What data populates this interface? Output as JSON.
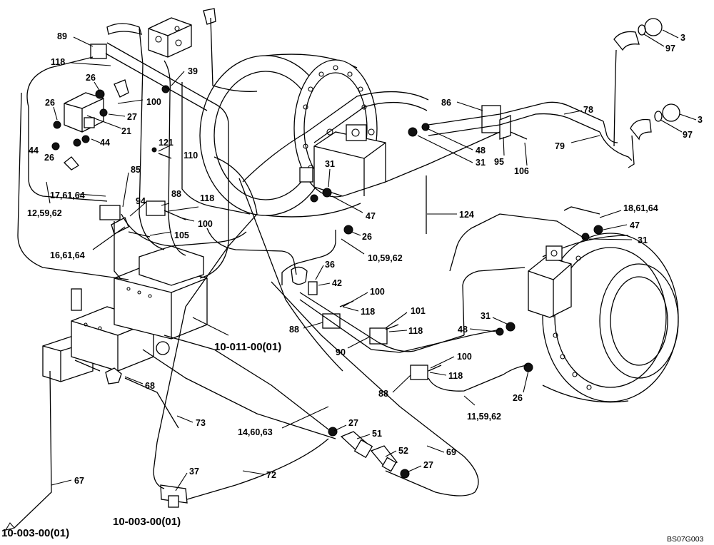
{
  "diagram_code": "BS07G003",
  "references": {
    "valve_ref": "10-011-00(01)",
    "left_ref": "10-003-00(01)",
    "bottom_ref": "10-003-00(01)"
  },
  "callouts": [
    {
      "id": "c-89",
      "text": "89"
    },
    {
      "id": "c-118-a",
      "text": "118"
    },
    {
      "id": "c-26-a",
      "text": "26"
    },
    {
      "id": "c-26-b",
      "text": "26"
    },
    {
      "id": "c-100-a",
      "text": "100"
    },
    {
      "id": "c-27-a",
      "text": "27"
    },
    {
      "id": "c-21",
      "text": "21"
    },
    {
      "id": "c-44-a",
      "text": "44"
    },
    {
      "id": "c-44-b",
      "text": "44"
    },
    {
      "id": "c-26-c",
      "text": "26"
    },
    {
      "id": "c-39",
      "text": "39"
    },
    {
      "id": "c-121",
      "text": "121"
    },
    {
      "id": "c-110",
      "text": "110"
    },
    {
      "id": "c-85",
      "text": "85"
    },
    {
      "id": "c-17-61-64",
      "text": "17,61,64"
    },
    {
      "id": "c-12-59-62",
      "text": "12,59,62"
    },
    {
      "id": "c-94",
      "text": "94"
    },
    {
      "id": "c-88-a",
      "text": "88"
    },
    {
      "id": "c-118-b",
      "text": "118"
    },
    {
      "id": "c-100-b",
      "text": "100"
    },
    {
      "id": "c-105",
      "text": "105"
    },
    {
      "id": "c-16-61-64",
      "text": "16,61,64"
    },
    {
      "id": "c-31-a",
      "text": "31"
    },
    {
      "id": "c-47-a",
      "text": "47"
    },
    {
      "id": "c-26-d",
      "text": "26"
    },
    {
      "id": "c-10-59-62",
      "text": "10,59,62"
    },
    {
      "id": "c-36",
      "text": "36"
    },
    {
      "id": "c-42",
      "text": "42"
    },
    {
      "id": "c-100-c",
      "text": "100"
    },
    {
      "id": "c-118-c",
      "text": "118"
    },
    {
      "id": "c-88-b",
      "text": "88"
    },
    {
      "id": "c-101",
      "text": "101"
    },
    {
      "id": "c-118-d",
      "text": "118"
    },
    {
      "id": "c-90",
      "text": "90"
    },
    {
      "id": "c-100-d",
      "text": "100"
    },
    {
      "id": "c-118-e",
      "text": "118"
    },
    {
      "id": "c-88-c",
      "text": "88"
    },
    {
      "id": "c-48-a",
      "text": "48"
    },
    {
      "id": "c-31-b",
      "text": "31"
    },
    {
      "id": "c-26-e",
      "text": "26"
    },
    {
      "id": "c-11-59-62",
      "text": "11,59,62"
    },
    {
      "id": "c-86",
      "text": "86"
    },
    {
      "id": "c-48-b",
      "text": "48"
    },
    {
      "id": "c-31-c",
      "text": "31"
    },
    {
      "id": "c-95",
      "text": "95"
    },
    {
      "id": "c-106",
      "text": "106"
    },
    {
      "id": "c-78",
      "text": "78"
    },
    {
      "id": "c-79",
      "text": "79"
    },
    {
      "id": "c-3-a",
      "text": "3"
    },
    {
      "id": "c-97-a",
      "text": "97"
    },
    {
      "id": "c-3-b",
      "text": "3"
    },
    {
      "id": "c-97-b",
      "text": "97"
    },
    {
      "id": "c-124",
      "text": "124"
    },
    {
      "id": "c-18-61-64",
      "text": "18,61,64"
    },
    {
      "id": "c-47-b",
      "text": "47"
    },
    {
      "id": "c-31-d",
      "text": "31"
    },
    {
      "id": "c-68",
      "text": "68"
    },
    {
      "id": "c-73",
      "text": "73"
    },
    {
      "id": "c-67",
      "text": "67"
    },
    {
      "id": "c-37",
      "text": "37"
    },
    {
      "id": "c-72",
      "text": "72"
    },
    {
      "id": "c-14-60-63",
      "text": "14,60,63"
    },
    {
      "id": "c-27-b",
      "text": "27"
    },
    {
      "id": "c-51",
      "text": "51"
    },
    {
      "id": "c-52",
      "text": "52"
    },
    {
      "id": "c-27-c",
      "text": "27"
    },
    {
      "id": "c-69",
      "text": "69"
    }
  ]
}
